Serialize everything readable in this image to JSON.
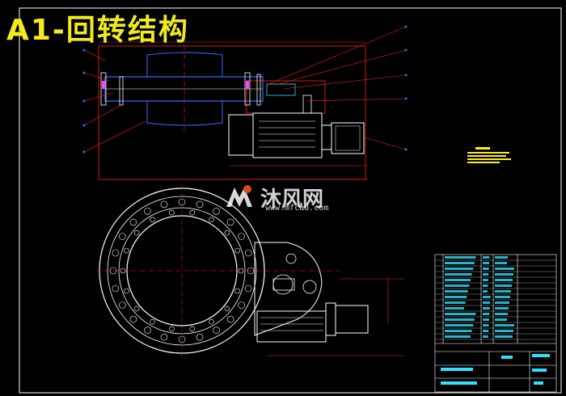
{
  "title": "A1-回转结构",
  "watermark": {
    "brand": "沐风网",
    "url": "www.mfcad.com"
  },
  "colors": {
    "background": "#000000",
    "title": "#f2ea1f",
    "frame": "#ffffff",
    "red_lines": "#ff2020",
    "blue_lines": "#3a6bff",
    "magenta": "#ff40ff",
    "cyan": "#30e0ff",
    "green": "#30ff60",
    "yellow": "#ffee22"
  },
  "icons": {
    "watermark_logo": "mfcad-logo-icon"
  }
}
